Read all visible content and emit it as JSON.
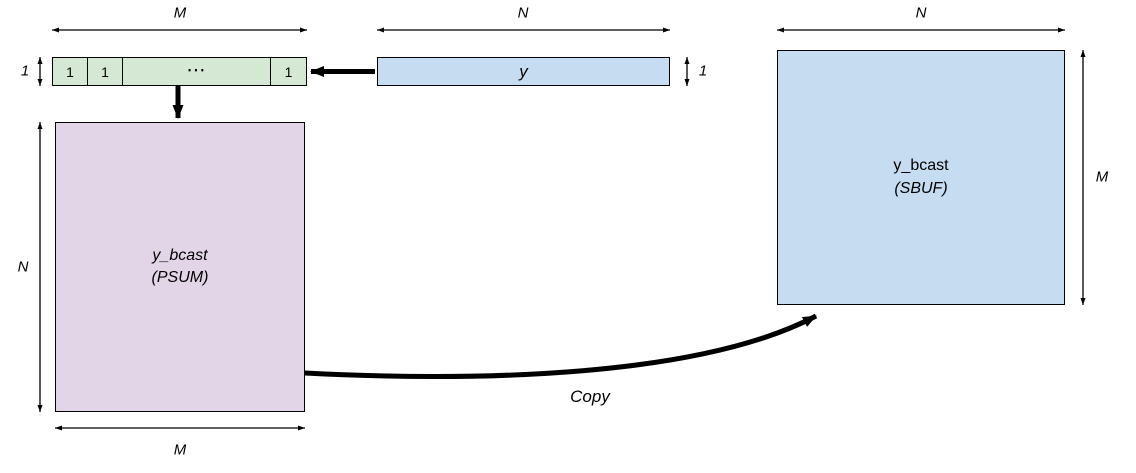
{
  "ones_vector": {
    "cells": [
      "1",
      "1",
      "⋯",
      "1"
    ],
    "width_dim": "M",
    "height_dim": "1"
  },
  "y_vector": {
    "label": "y",
    "width_dim": "N",
    "height_dim": "1"
  },
  "psum": {
    "name": "y_bcast",
    "location": "(PSUM)",
    "height_dim": "N",
    "width_dim": "M"
  },
  "sbuf": {
    "name": "y_bcast",
    "location": "(SBUF)",
    "width_dim": "N",
    "height_dim": "M"
  },
  "labels": {
    "copy": "Copy"
  },
  "colors": {
    "ones_fill": "#d5e8d4",
    "vector_fill": "#c6dcf1",
    "psum_fill": "#e1d5e7",
    "stroke": "#000000"
  }
}
